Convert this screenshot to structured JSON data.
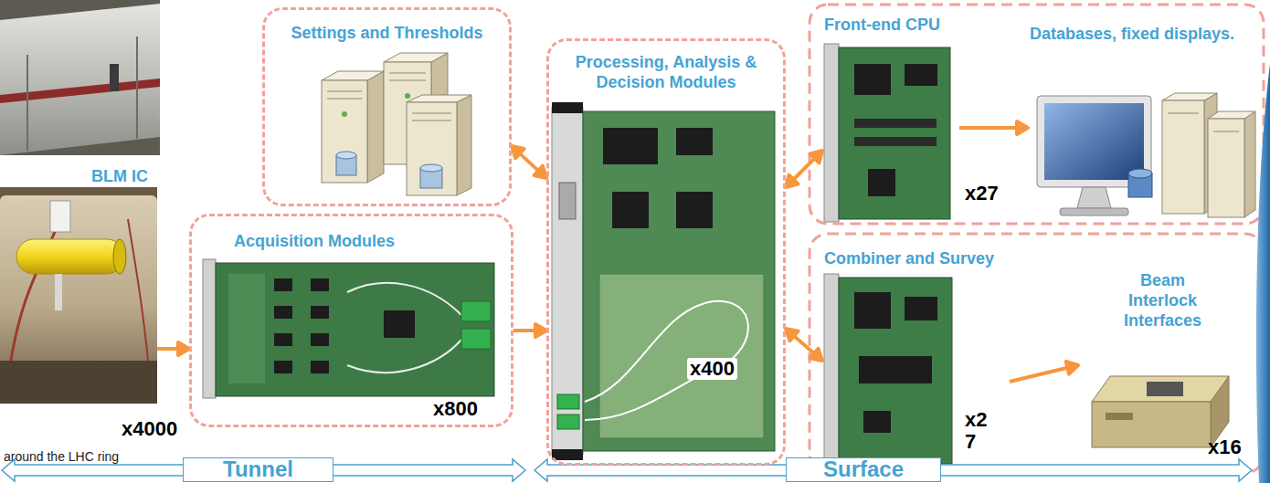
{
  "diagram": {
    "nodes": [
      {
        "text": [
          "BLM IC"
        ]
      },
      {
        "text": [
          "Settings and Thresholds"
        ]
      },
      {
        "text": [
          "Acquisition Modules"
        ]
      },
      {
        "text": [
          "Processing, Analysis & Decision Modules"
        ]
      },
      {
        "text": [
          "Front-end CPU"
        ]
      },
      {
        "text": [
          "Databases, fixed displays."
        ]
      },
      {
        "text": [
          "Combiner and Survey"
        ]
      },
      {
        "text": [
          "Beam Interlock Interfaces"
        ]
      }
    ],
    "edges": [
      {
        "from": 0,
        "to": 2,
        "arrow": "to"
      },
      {
        "from": 2,
        "to": 3,
        "arrow": "to"
      },
      {
        "from": 1,
        "to": 3,
        "arrow": "both"
      },
      {
        "from": 3,
        "to": 4,
        "arrow": "both"
      },
      {
        "from": 4,
        "to": 5,
        "arrow": "to"
      },
      {
        "from": 3,
        "to": 6,
        "arrow": "both"
      },
      {
        "from": 6,
        "to": 7,
        "arrow": "to"
      }
    ],
    "labels": [
      "x4000",
      "around the LHC ring",
      "x800",
      "x400",
      "x27",
      "x2 7",
      "x16",
      "Tunnel",
      "Surface"
    ]
  }
}
